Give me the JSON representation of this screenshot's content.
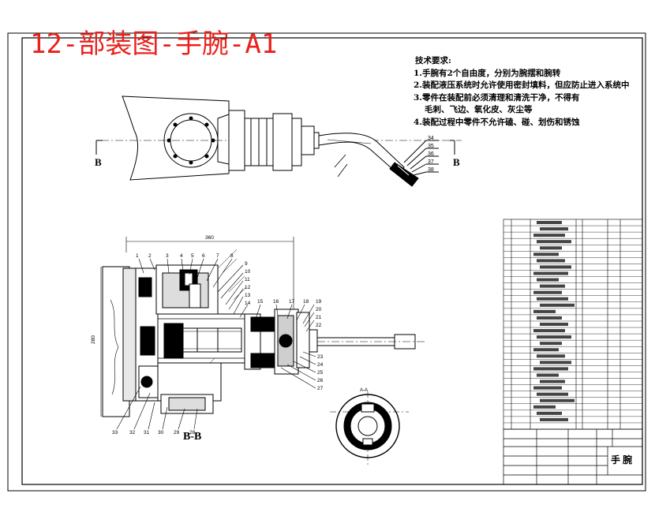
{
  "banner": {
    "title": "12-部装图-手腕-A1"
  },
  "technical_requirements": {
    "heading": "技术要求:",
    "items": [
      "1.手腕有2个自由度，分别为腕摆和腕转",
      "2.装配液压系统时允许使用密封填料，但应防止进入系统中",
      "3.零件在装配前必须清理和清洗干净，不得有",
      "毛刺、飞边、氧化皮、灰尘等",
      "4.装配过程中零件不允许磕、碰、划伤和锈蚀"
    ]
  },
  "view_labels": {
    "section_b_left": "B",
    "section_b_right": "B",
    "section_bb": "B-B"
  },
  "dimensions": {
    "overall_length": "360",
    "height": "280"
  },
  "callouts_top": [
    "1",
    "2",
    "3",
    "4",
    "5",
    "6",
    "7",
    "8",
    "9",
    "10",
    "11",
    "12",
    "13",
    "14",
    "15",
    "16",
    "17",
    "18",
    "19",
    "20",
    "21",
    "22"
  ],
  "callouts_right": [
    "23",
    "24",
    "25",
    "26",
    "27"
  ],
  "callouts_bottom": [
    "33",
    "32",
    "31",
    "30",
    "29",
    "28"
  ],
  "callouts_upper_view": [
    "34",
    "35",
    "36",
    "37",
    "38"
  ],
  "title_block": {
    "part_name": "手腕"
  }
}
